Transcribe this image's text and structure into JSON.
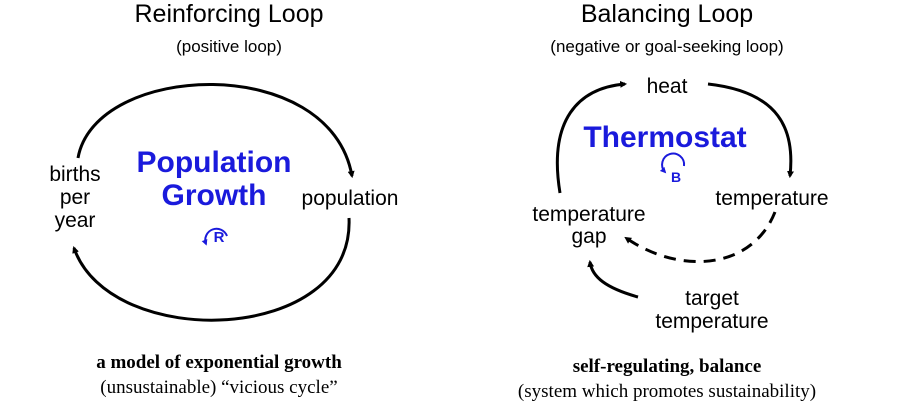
{
  "reinforcing": {
    "title": "Reinforcing Loop",
    "subtitle": "(positive loop)",
    "center_line1": "Population",
    "center_line2": "Growth",
    "loop_marker": "R",
    "left_line1": "births",
    "left_line2": "per",
    "left_line3": "year",
    "right_label": "population",
    "caption_bold": "a model of exponential growth",
    "caption_sub": "(unsustainable) “vicious cycle”"
  },
  "balancing": {
    "title": "Balancing Loop",
    "subtitle": "(negative or goal-seeking loop)",
    "center_label": "Thermostat",
    "loop_marker": "B",
    "top_label": "heat",
    "right_label": "temperature",
    "left_line1": "temperature",
    "left_line2": "gap",
    "target_line1": "target",
    "target_line2": "temperature",
    "caption_bold": "self-regulating, balance",
    "caption_sub": "(system which promotes sustainability)"
  },
  "colors": {
    "text": "#000000",
    "accent_blue": "#1a1adc"
  }
}
